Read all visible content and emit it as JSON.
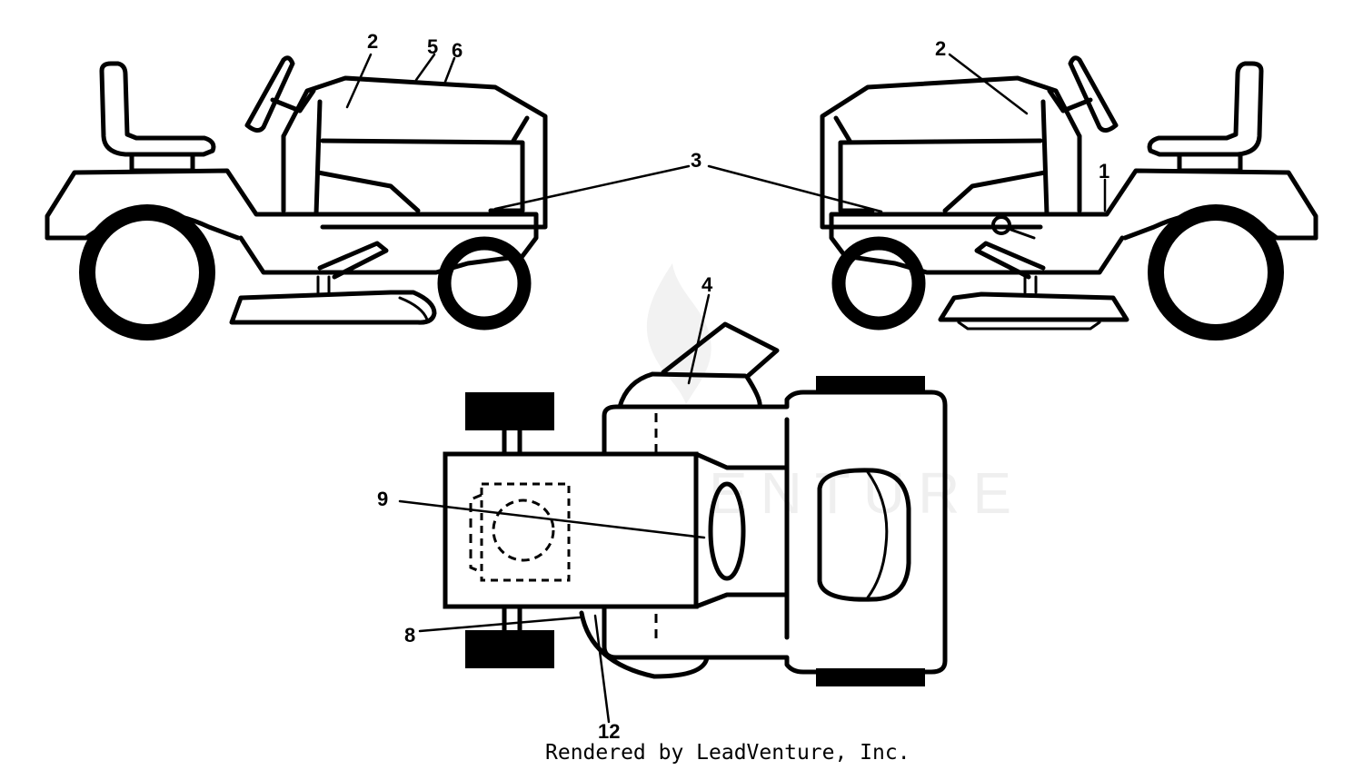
{
  "watermark": {
    "text": "LEADVENTURE"
  },
  "footer": {
    "credit": "Rendered by LeadVenture, Inc."
  },
  "callouts": {
    "left_2": "2",
    "left_5": "5",
    "left_6": "6",
    "center_3": "3",
    "right_2": "2",
    "right_1": "1",
    "top_4": "4",
    "top_9": "9",
    "top_8": "8",
    "top_12": "12"
  }
}
